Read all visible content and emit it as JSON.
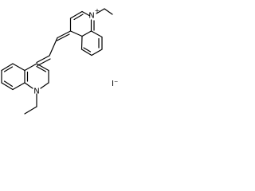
{
  "molecule": {
    "upper_ring_nitrogen": {
      "symbol": "N",
      "charge": "+"
    },
    "lower_ring_nitrogen": {
      "symbol": "N"
    },
    "counter_ion": "I⁻"
  }
}
